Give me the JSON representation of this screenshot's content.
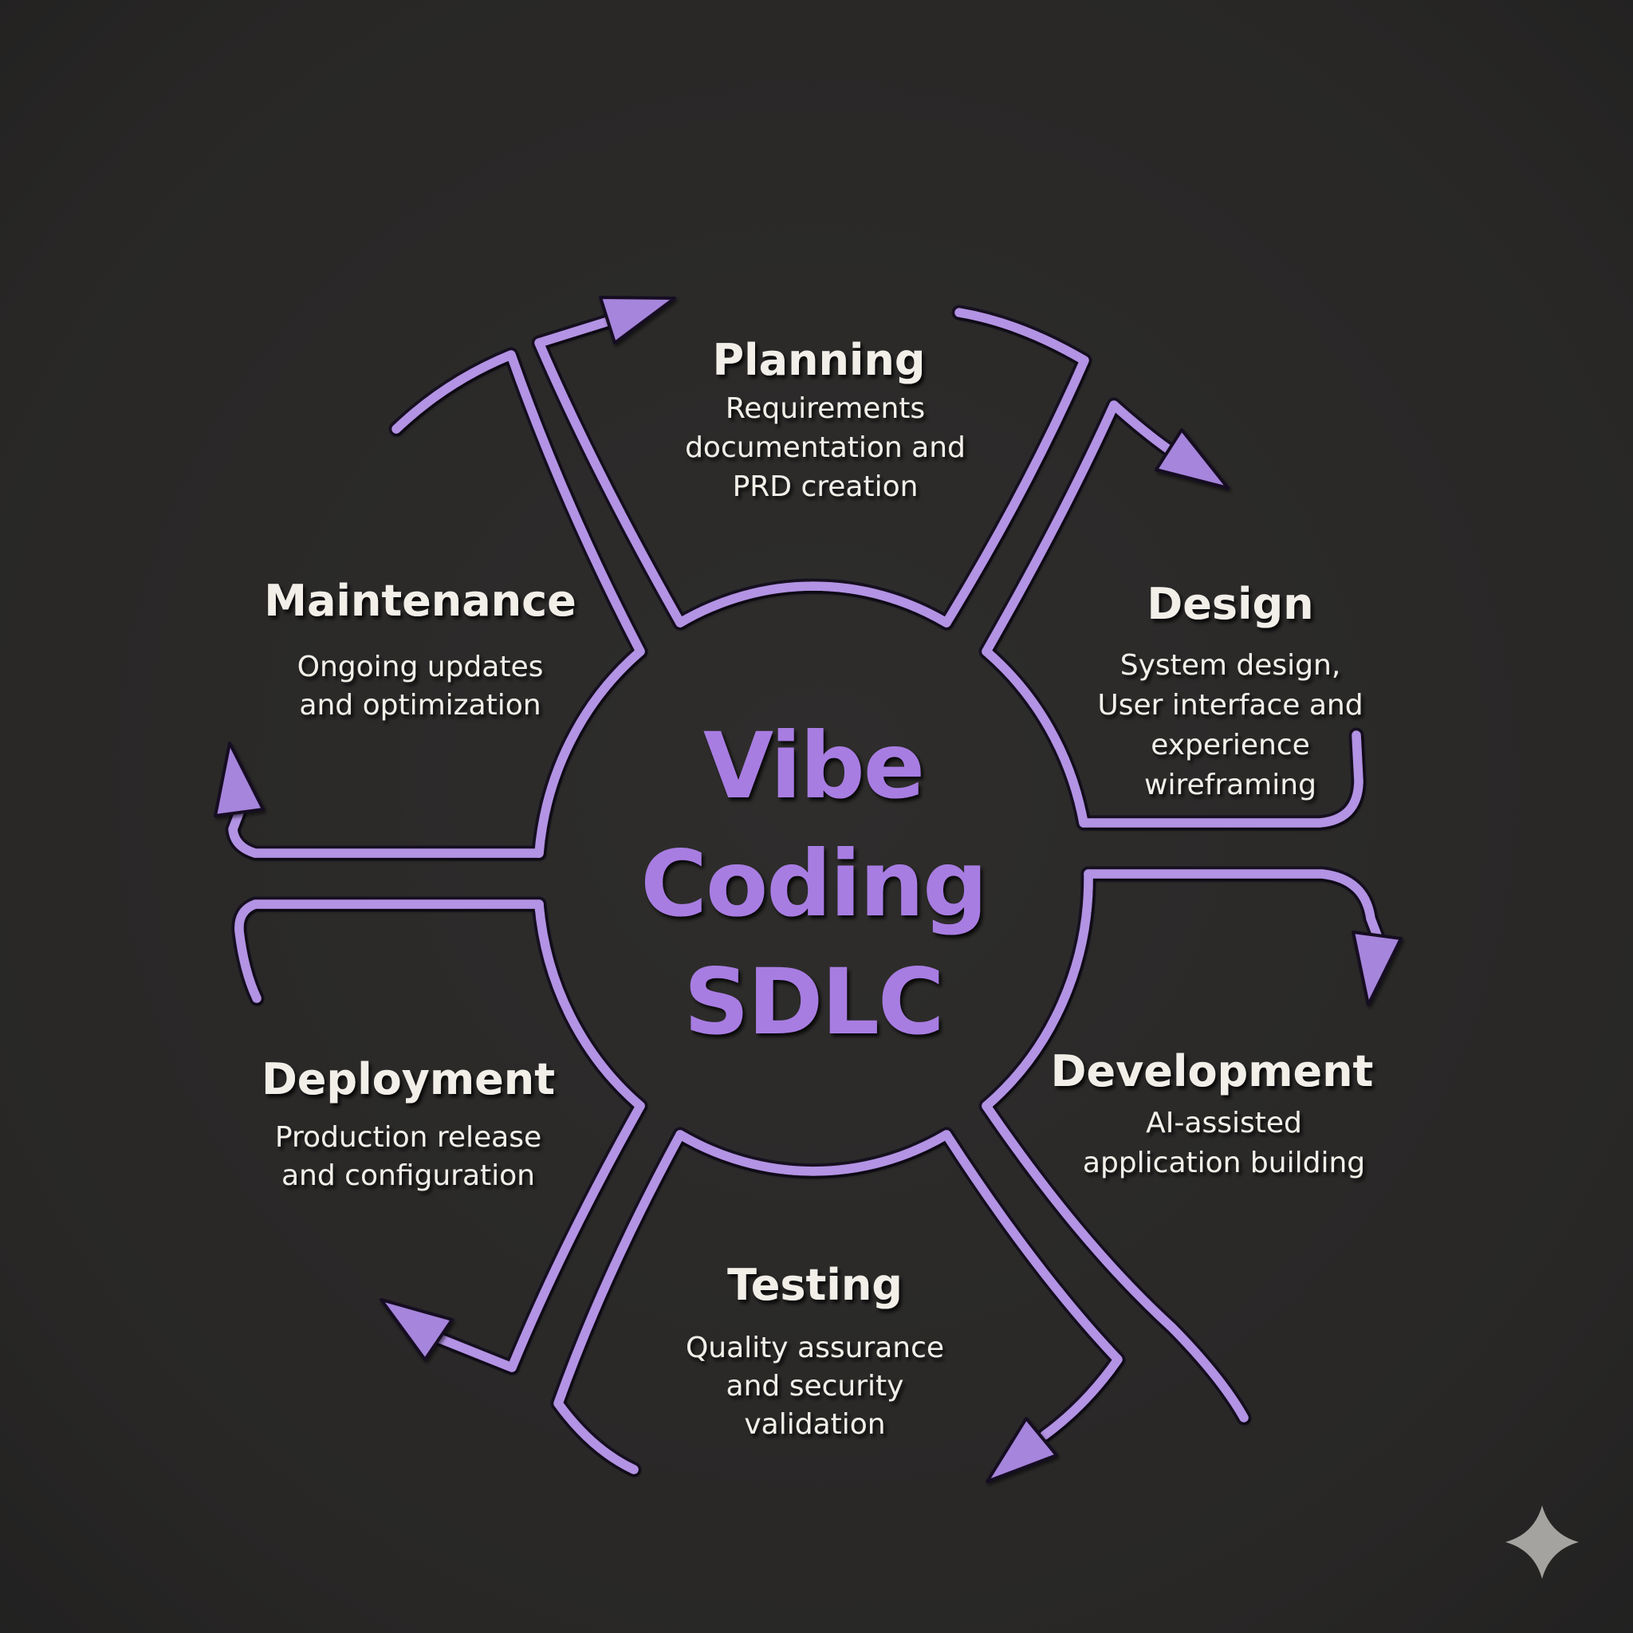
{
  "diagram": {
    "center": {
      "line1": "Vibe",
      "line2": "Coding",
      "line3": "SDLC"
    },
    "phases": [
      {
        "name": "Planning",
        "desc": [
          "Requirements",
          "documentation and",
          "PRD creation"
        ]
      },
      {
        "name": "Design",
        "desc": [
          "System design,",
          "User interface and",
          "experience",
          "wireframing"
        ]
      },
      {
        "name": "Development",
        "desc": [
          "AI-assisted",
          "application building"
        ]
      },
      {
        "name": "Testing",
        "desc": [
          "Quality assurance",
          "and security",
          "validation"
        ]
      },
      {
        "name": "Deployment",
        "desc": [
          "Production release",
          "and configuration"
        ]
      },
      {
        "name": "Maintenance",
        "desc": [
          "Ongoing updates",
          "and optimization"
        ]
      }
    ],
    "colors": {
      "background": "#2a2928",
      "line": "#b393e4",
      "line_shadow": "#161020",
      "arrow": "#a685dc",
      "center_text": "#a87de2",
      "label_text": "#f2efe9",
      "sparkle": "#b6b5b2"
    },
    "icons": {
      "bottom_right": "four-point-sparkle"
    }
  }
}
